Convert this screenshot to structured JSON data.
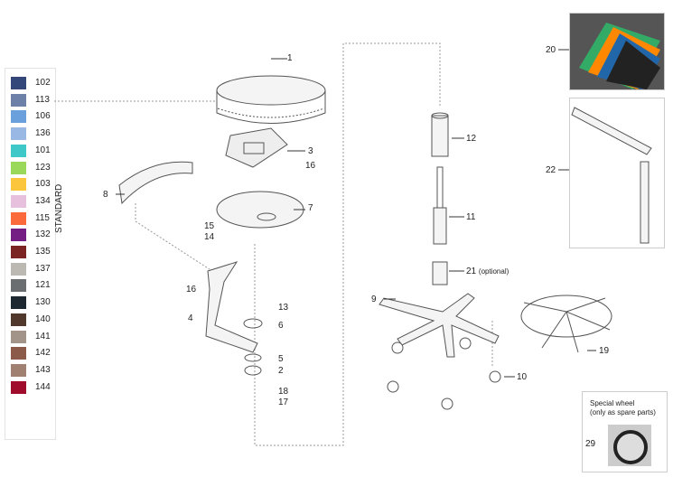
{
  "legend": {
    "title": "STANDARD",
    "swatches": [
      {
        "code": "102",
        "color": "#34477a"
      },
      {
        "code": "113",
        "color": "#6c80a8"
      },
      {
        "code": "106",
        "color": "#6aa0dc"
      },
      {
        "code": "136",
        "color": "#9ab8e4"
      },
      {
        "code": "101",
        "color": "#3ec8c8"
      },
      {
        "code": "123",
        "color": "#9ad85a"
      },
      {
        "code": "103",
        "color": "#fcc63c"
      },
      {
        "code": "134",
        "color": "#e6c0dc"
      },
      {
        "code": "115",
        "color": "#fa6a3a"
      },
      {
        "code": "132",
        "color": "#741e84"
      },
      {
        "code": "135",
        "color": "#7a2424"
      },
      {
        "code": "137",
        "color": "#bcb8b2"
      },
      {
        "code": "121",
        "color": "#6a6e70"
      },
      {
        "code": "130",
        "color": "#1e2830"
      },
      {
        "code": "140",
        "color": "#50382c"
      },
      {
        "code": "141",
        "color": "#a29488"
      },
      {
        "code": "142",
        "color": "#8c5a48"
      },
      {
        "code": "143",
        "color": "#a08070"
      },
      {
        "code": "144",
        "color": "#a00c2c"
      }
    ]
  },
  "callouts": {
    "p1": "1",
    "p3": "3",
    "p16a": "16",
    "p7": "7",
    "p8": "8",
    "p15": "15",
    "p14": "14",
    "p16b": "16",
    "p13": "13",
    "p4": "4",
    "p6": "6",
    "p5": "5",
    "p2": "2",
    "p18": "18",
    "p17": "17",
    "p12": "12",
    "p11": "11",
    "p21": "21",
    "p21note": "(optional)",
    "p9": "9",
    "p10": "10",
    "p19": "19",
    "p20": "20",
    "p22": "22",
    "p29": "29"
  },
  "special": {
    "title": "Special wheel",
    "subtitle": "(only as spare parts)"
  }
}
